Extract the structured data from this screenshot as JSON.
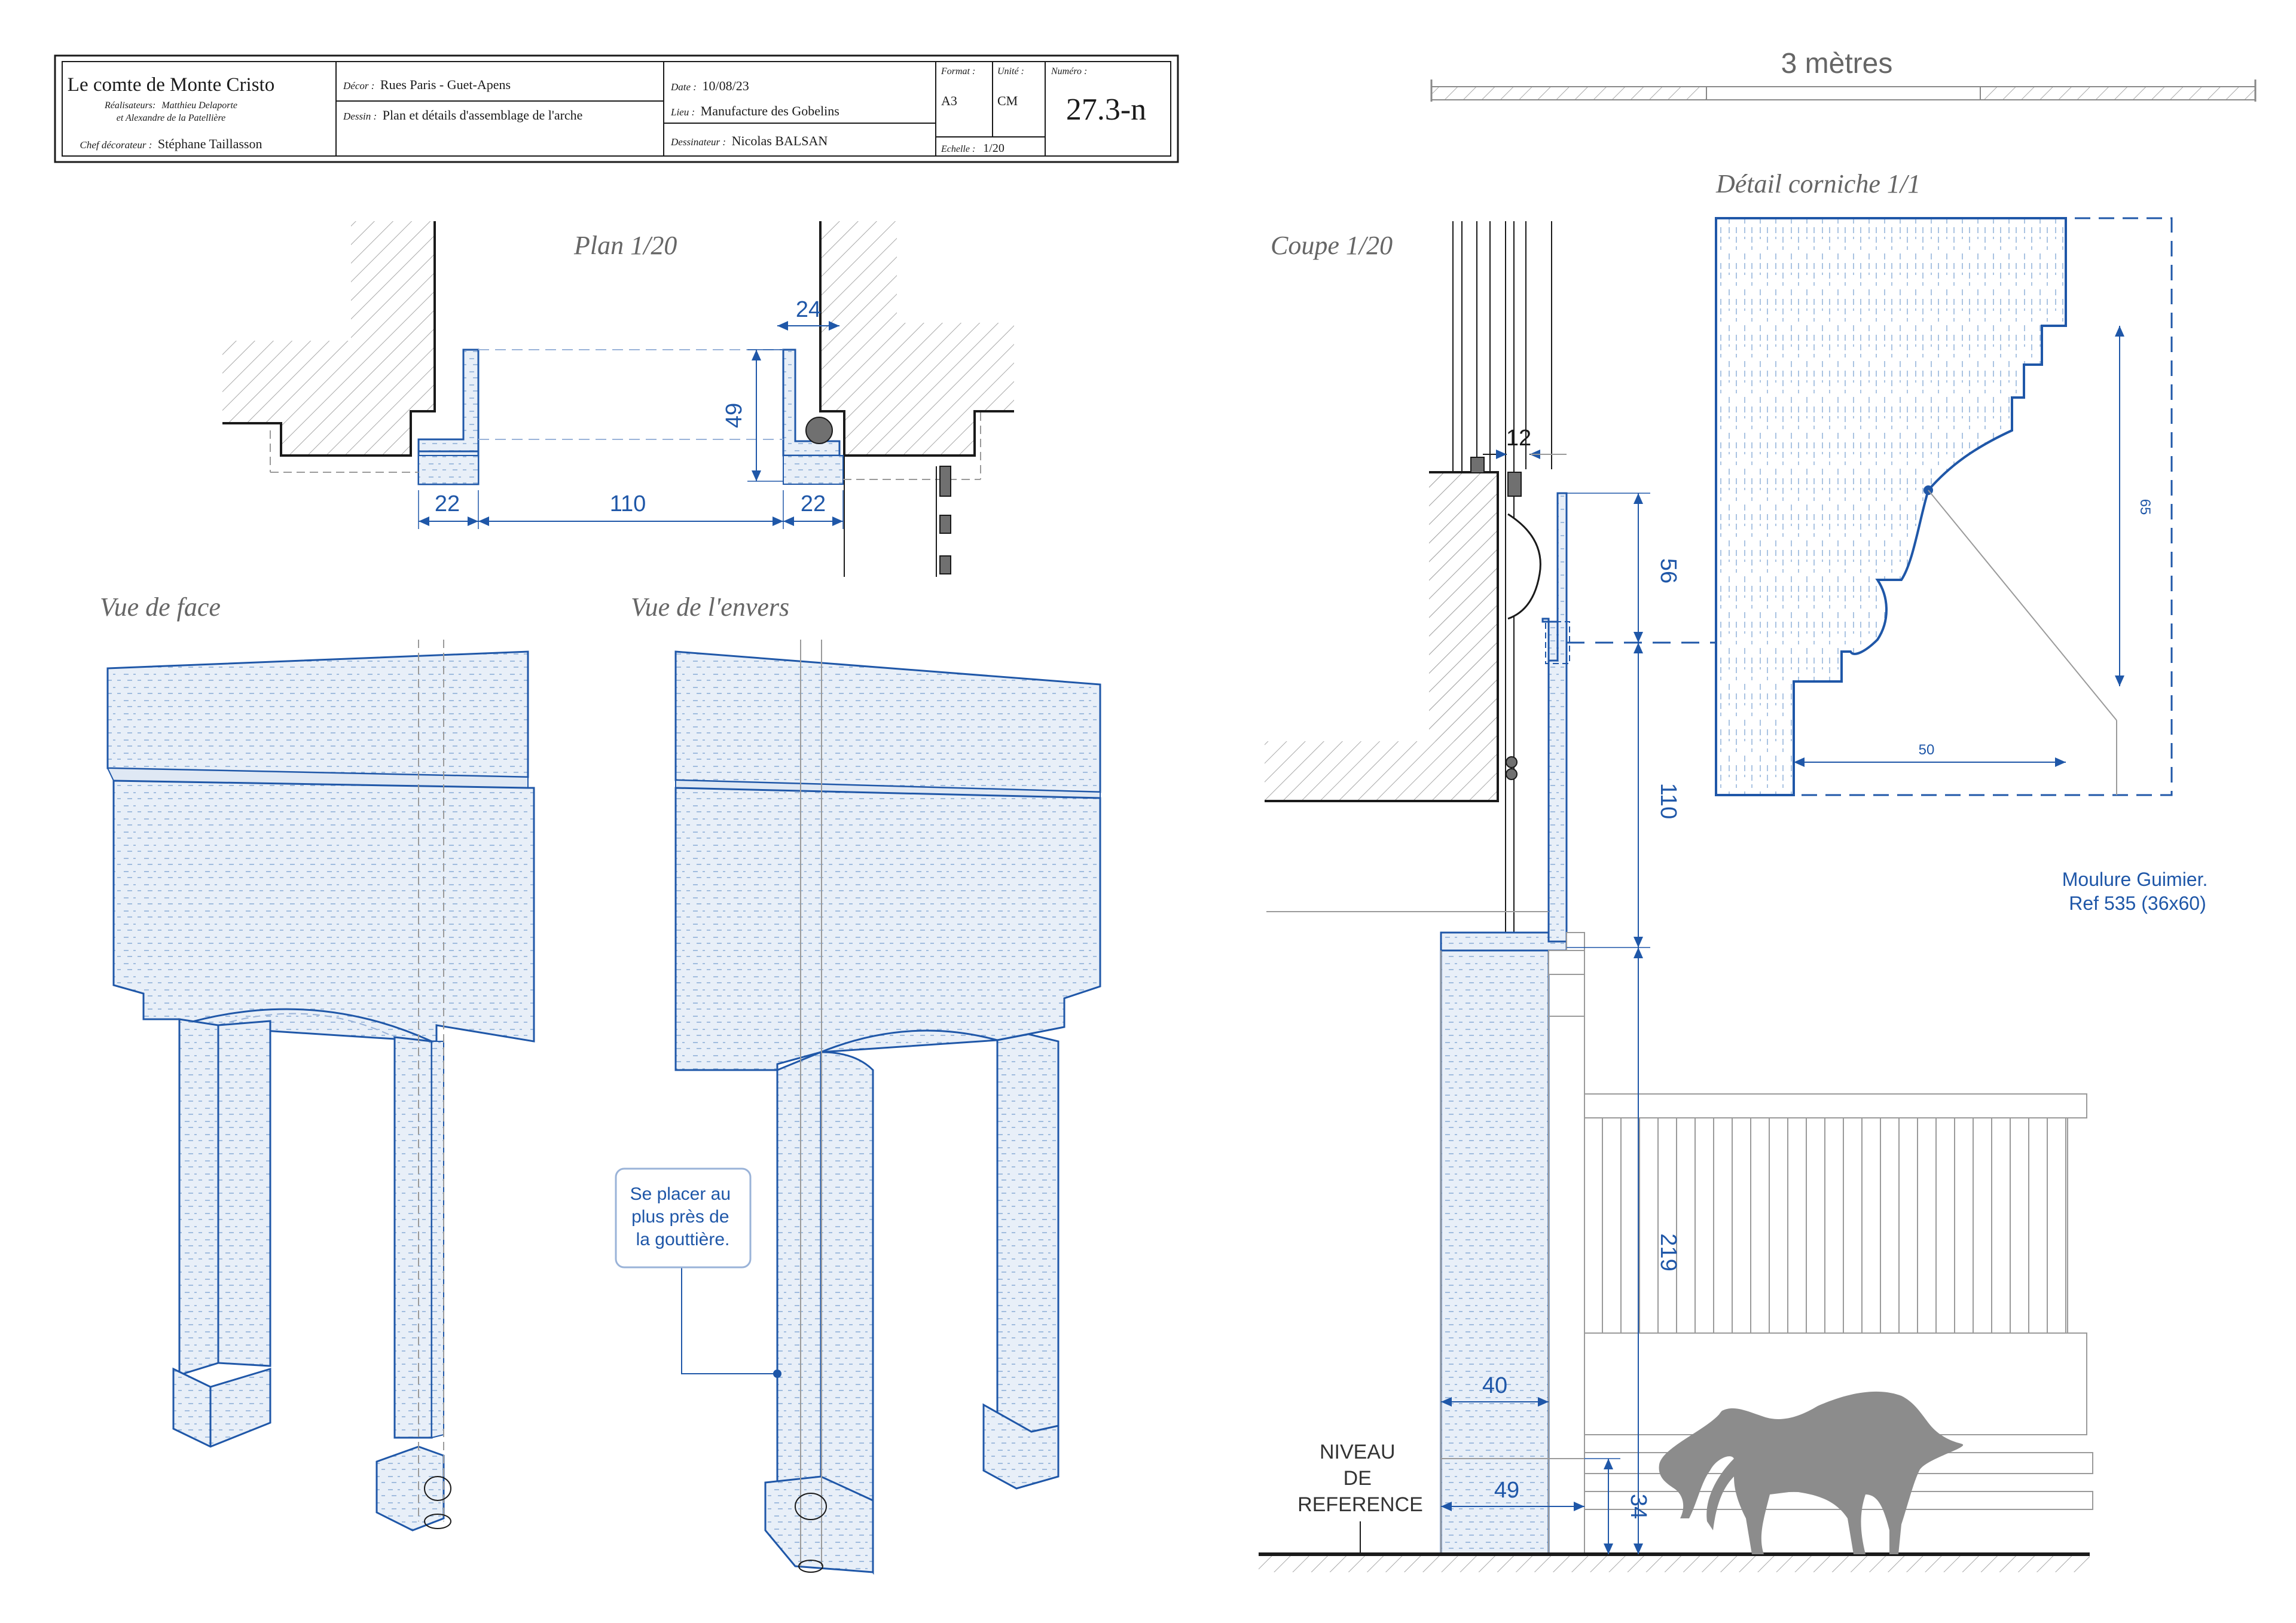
{
  "title_block": {
    "project_title": "Le comte de Monte Cristo",
    "realisateurs_label": "Réalisateurs:",
    "realisateurs_line1": "Matthieu Delaporte",
    "realisateurs_line2": "et Alexandre de la Patellière",
    "chef_label": "Chef décorateur :",
    "chef_value": "Stéphane Taillasson",
    "decor_label": "Décor :",
    "decor_value": "Rues Paris - Guet-Apens",
    "dessin_label": "Dessin :",
    "dessin_value": "Plan et détails d'assemblage de l'arche",
    "date_label": "Date :",
    "date_value": "10/08/23",
    "lieu_label": "Lieu :",
    "lieu_value": "Manufacture des Gobelins",
    "dessinateur_label": "Dessinateur :",
    "dessinateur_value": "Nicolas BALSAN",
    "format_label": "Format :",
    "format_value": "A3",
    "unite_label": "Unité :",
    "unite_value": "CM",
    "echelle_label": "Echelle :",
    "echelle_value": "1/20",
    "numero_label": "Numéro :",
    "numero_value": "27.3-n"
  },
  "scale_bar": {
    "label": "3 mètres"
  },
  "views": {
    "plan": "Plan 1/20",
    "coupe": "Coupe 1/20",
    "detail": "Détail corniche 1/1",
    "face": "Vue de face",
    "envers": "Vue de l'envers"
  },
  "plan_dims": {
    "d24": "24",
    "d49": "49",
    "d22a": "22",
    "d110": "110",
    "d22b": "22"
  },
  "coupe_dims": {
    "d12": "12",
    "d56": "56",
    "d110": "110",
    "d219": "219",
    "d40": "40",
    "d49": "49",
    "d34": "34"
  },
  "detail_dims": {
    "d65": "65",
    "d50": "50"
  },
  "notes": {
    "moulure_line1": "Moulure Guimier.",
    "moulure_line2": "Ref 535 (36x60)",
    "gouttiere_line1": "Se placer au",
    "gouttiere_line2": "plus près de",
    "gouttiere_line3": "la gouttière.",
    "niveau_line1": "NIVEAU",
    "niveau_line2": "DE",
    "niveau_line3": "REFERENCE"
  },
  "colors": {
    "ink": "#1a1a1a",
    "blue": "#1f57a8",
    "blue_fill": "#e6eef8",
    "hatch": "#9a9a9a",
    "label_grey": "#555555",
    "dog": "#8c8c8c"
  }
}
